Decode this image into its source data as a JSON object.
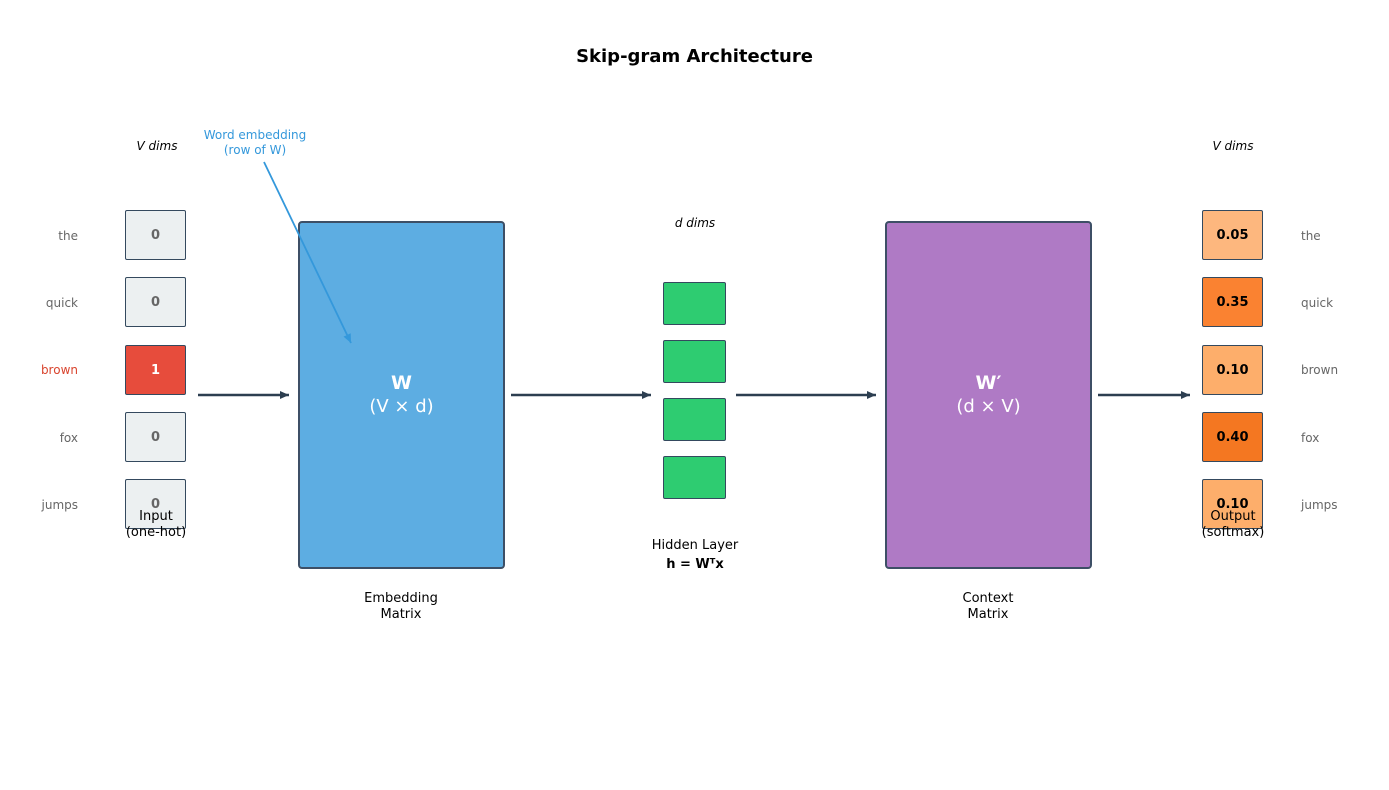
{
  "title": "Skip-gram Architecture",
  "input": {
    "dims_label": "V dims",
    "words": [
      "the",
      "quick",
      "brown",
      "fox",
      "jumps"
    ],
    "values": [
      "0",
      "0",
      "1",
      "0",
      "0"
    ],
    "active_index": 2,
    "caption_line1": "Input",
    "caption_line2": "(one-hot)"
  },
  "embedding": {
    "symbol": "W",
    "shape": "(V × d)",
    "caption_line1": "Embedding",
    "caption_line2": "Matrix",
    "color": "#5dade2"
  },
  "annotation": {
    "line1": "Word embedding",
    "line2": "(row of W)"
  },
  "hidden": {
    "dims_label": "d dims",
    "caption_line1": "Hidden Layer",
    "caption_line2": "h = Wᵀx",
    "cell_count": 4,
    "color": "#2ecc71"
  },
  "context": {
    "symbol": "W′",
    "shape": "(d × V)",
    "caption_line1": "Context",
    "caption_line2": "Matrix",
    "color": "#af7ac5"
  },
  "output": {
    "dims_label": "V dims",
    "words": [
      "the",
      "quick",
      "brown",
      "fox",
      "jumps"
    ],
    "values": [
      "0.05",
      "0.35",
      "0.10",
      "0.40",
      "0.10"
    ],
    "colors": [
      "#fdb77e",
      "#fa8231",
      "#fdae6b",
      "#f47721",
      "#fdae6b"
    ],
    "caption_line1": "Output",
    "caption_line2": "(softmax)"
  }
}
